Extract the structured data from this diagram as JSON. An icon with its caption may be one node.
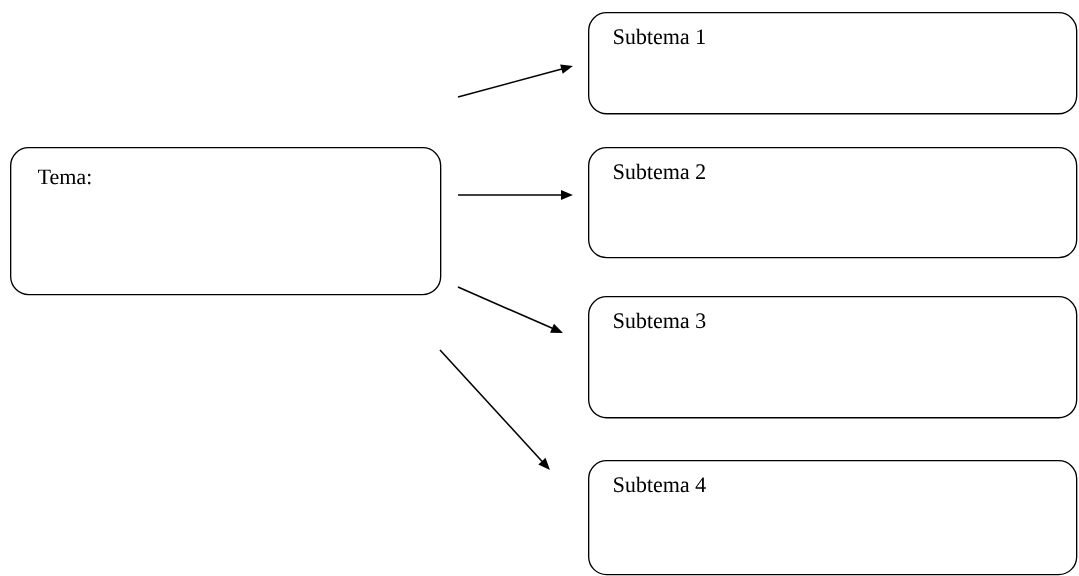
{
  "diagram": {
    "nodes": [
      {
        "text": [
          "Tema:"
        ]
      },
      {
        "text": [
          "Subtema 1"
        ]
      },
      {
        "text": [
          "Subtema 2"
        ]
      },
      {
        "text": [
          "Subtema 3"
        ]
      },
      {
        "text": [
          "Subtema 4"
        ]
      }
    ],
    "edges": [
      {
        "from": 0,
        "to": 1,
        "arrow": "to"
      },
      {
        "from": 0,
        "to": 2,
        "arrow": "to"
      },
      {
        "from": 0,
        "to": 3,
        "arrow": "to"
      },
      {
        "from": 0,
        "to": 4,
        "arrow": "to"
      }
    ]
  }
}
